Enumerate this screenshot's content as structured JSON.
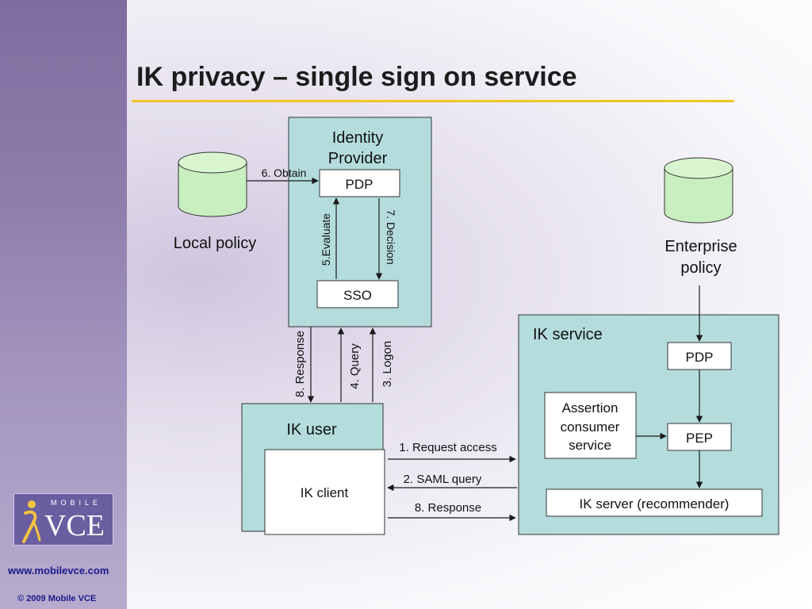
{
  "slide": {
    "title": "IK privacy – single sign on service",
    "website": "www.mobilevce.com",
    "copyright": "© 2009 Mobile VCE",
    "logo_top": "MOBILE",
    "logo_main": "VCE"
  },
  "colors": {
    "box_fill": "#b4dcdc",
    "white_box": "#ffffff",
    "db_fill": "#c9eec0",
    "accent_rule": "#f1c32a",
    "footer_text": "#1a1a8c"
  },
  "diagram": {
    "idp_label_line1": "Identity",
    "idp_label_line2": "Provider",
    "idp_pdp": "PDP",
    "idp_sso": "SSO",
    "local_policy": "Local policy",
    "enterprise_policy_line1": "Enterprise",
    "enterprise_policy_line2": "policy",
    "ik_service_label": "IK service",
    "service_pdp": "PDP",
    "service_pep": "PEP",
    "assertion_line1": "Assertion",
    "assertion_line2": "consumer",
    "assertion_line3": "service",
    "ik_server": "IK server (recommender)",
    "ik_user": "IK user",
    "ik_client": "IK client",
    "edge_obtain": "6. Obtain",
    "edge_evaluate": "5.Evaluate",
    "edge_decision": "7. Decision",
    "edge_response_vertical": "8. Response",
    "edge_query": "4. Query",
    "edge_logon": "3. Logon",
    "edge_request_access": "1. Request access",
    "edge_saml_query": "2. SAML query",
    "edge_response_horizontal": "8. Response"
  }
}
